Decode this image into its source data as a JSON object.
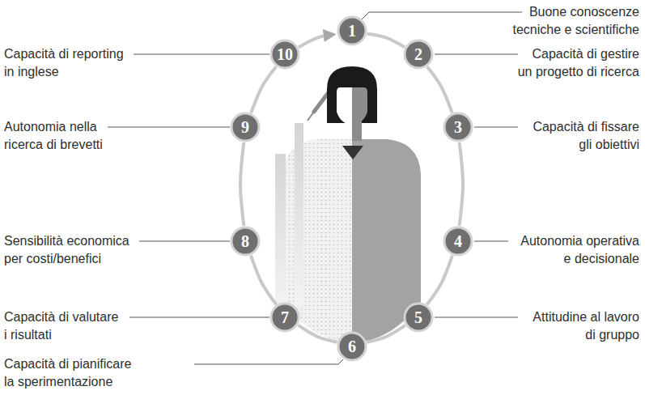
{
  "diagram": {
    "nodes": [
      {
        "text": [
          "1",
          "Buone conoscenze tecniche e scientifiche"
        ]
      },
      {
        "text": [
          "2",
          "Capacità di gestire un progetto di ricerca"
        ]
      },
      {
        "text": [
          "3",
          "Capacità di fissare gli obiettivi"
        ]
      },
      {
        "text": [
          "4",
          "Autonomia operativa e decisionale"
        ]
      },
      {
        "text": [
          "5",
          "Attitudine al lavoro di gruppo"
        ]
      },
      {
        "text": [
          "6",
          "Capacità di pianificare la sperimentazione"
        ]
      },
      {
        "text": [
          "7",
          "Capacità di valutare i risultati"
        ]
      },
      {
        "text": [
          "8",
          "Sensibilità economica per costi/benefici"
        ]
      },
      {
        "text": [
          "9",
          "Autonomia nella ricerca di brevetti"
        ]
      },
      {
        "text": [
          "10",
          "Capacità di reporting in inglese"
        ]
      }
    ],
    "edges": [
      {
        "from": 0,
        "to": 1,
        "arrow": "none"
      },
      {
        "from": 1,
        "to": 2,
        "arrow": "none"
      },
      {
        "from": 2,
        "to": 3,
        "arrow": "none"
      },
      {
        "from": 3,
        "to": 4,
        "arrow": "none"
      },
      {
        "from": 4,
        "to": 5,
        "arrow": "none"
      },
      {
        "from": 5,
        "to": 6,
        "arrow": "none"
      },
      {
        "from": 6,
        "to": 7,
        "arrow": "none"
      },
      {
        "from": 7,
        "to": 8,
        "arrow": "none"
      },
      {
        "from": 8,
        "to": 9,
        "arrow": "none"
      },
      {
        "from": 9,
        "to": 0,
        "arrow": "to"
      }
    ]
  }
}
